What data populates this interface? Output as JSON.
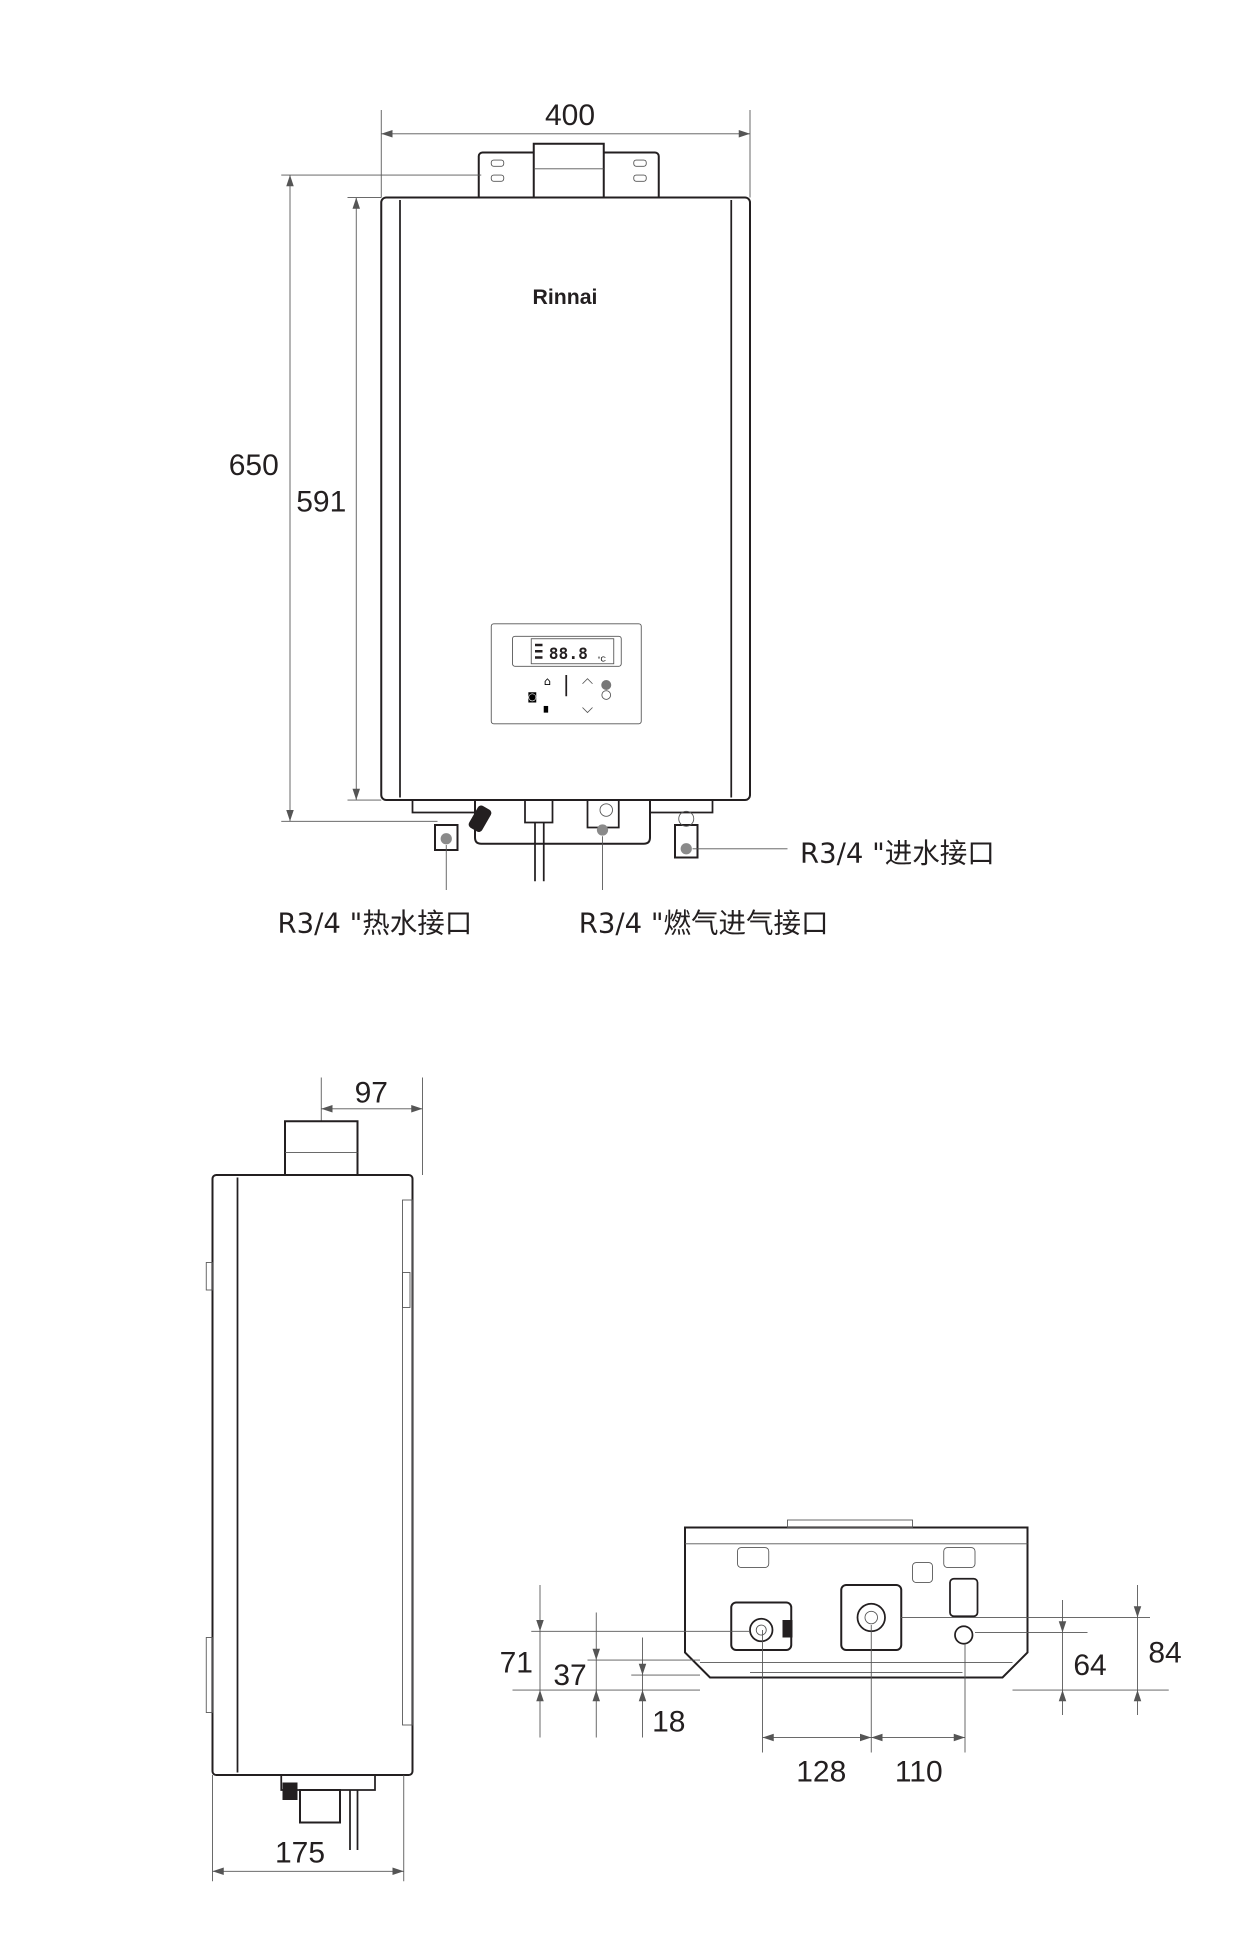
{
  "front_view": {
    "brand": "Rinnai",
    "display_reading": "88.8",
    "display_unit": "°C",
    "dimensions": {
      "width": "400",
      "height_total": "650",
      "height_body": "591"
    },
    "labels": {
      "hot_water": "R3/4 \"热水接口",
      "gas_inlet": "R3/4 \"燃气进气接口",
      "water_inlet": "R3/4 \"进水接口"
    }
  },
  "side_view": {
    "dimensions": {
      "flue_depth": "97",
      "depth": "175"
    }
  },
  "bottom_view": {
    "dimensions": {
      "d71": "71",
      "d37": "37",
      "d18": "18",
      "d64": "64",
      "d84": "84",
      "d128": "128",
      "d110": "110"
    }
  },
  "colors": {
    "line": "#231f20",
    "marker": "#8a8a8a"
  }
}
